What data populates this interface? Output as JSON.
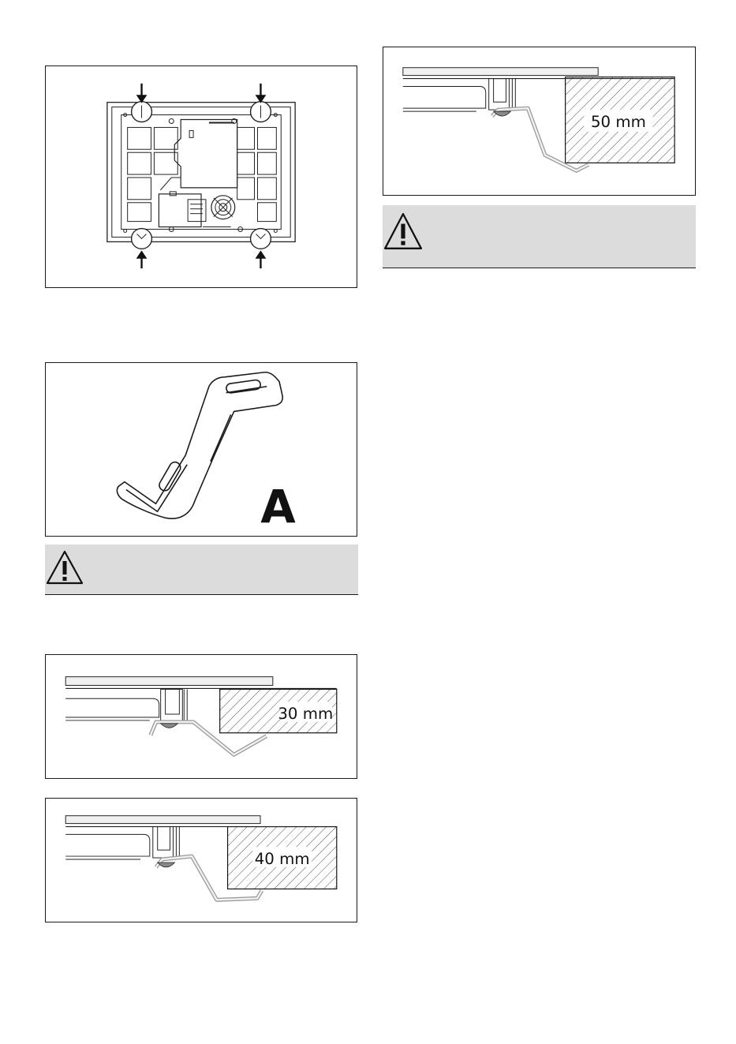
{
  "figures": {
    "hob_underside": {
      "icon": "hob-underside-with-corner-arrows"
    },
    "bracket": {
      "icon": "mounting-bracket-icon",
      "label": "A"
    },
    "fix_30": {
      "thickness_label": "30 mm"
    },
    "fix_40": {
      "thickness_label": "40 mm"
    },
    "fix_50": {
      "thickness_label": "50 mm"
    }
  },
  "warnings": [
    {
      "icon": "warning-triangle-icon",
      "text": ""
    },
    {
      "icon": "warning-triangle-icon",
      "text": ""
    }
  ]
}
